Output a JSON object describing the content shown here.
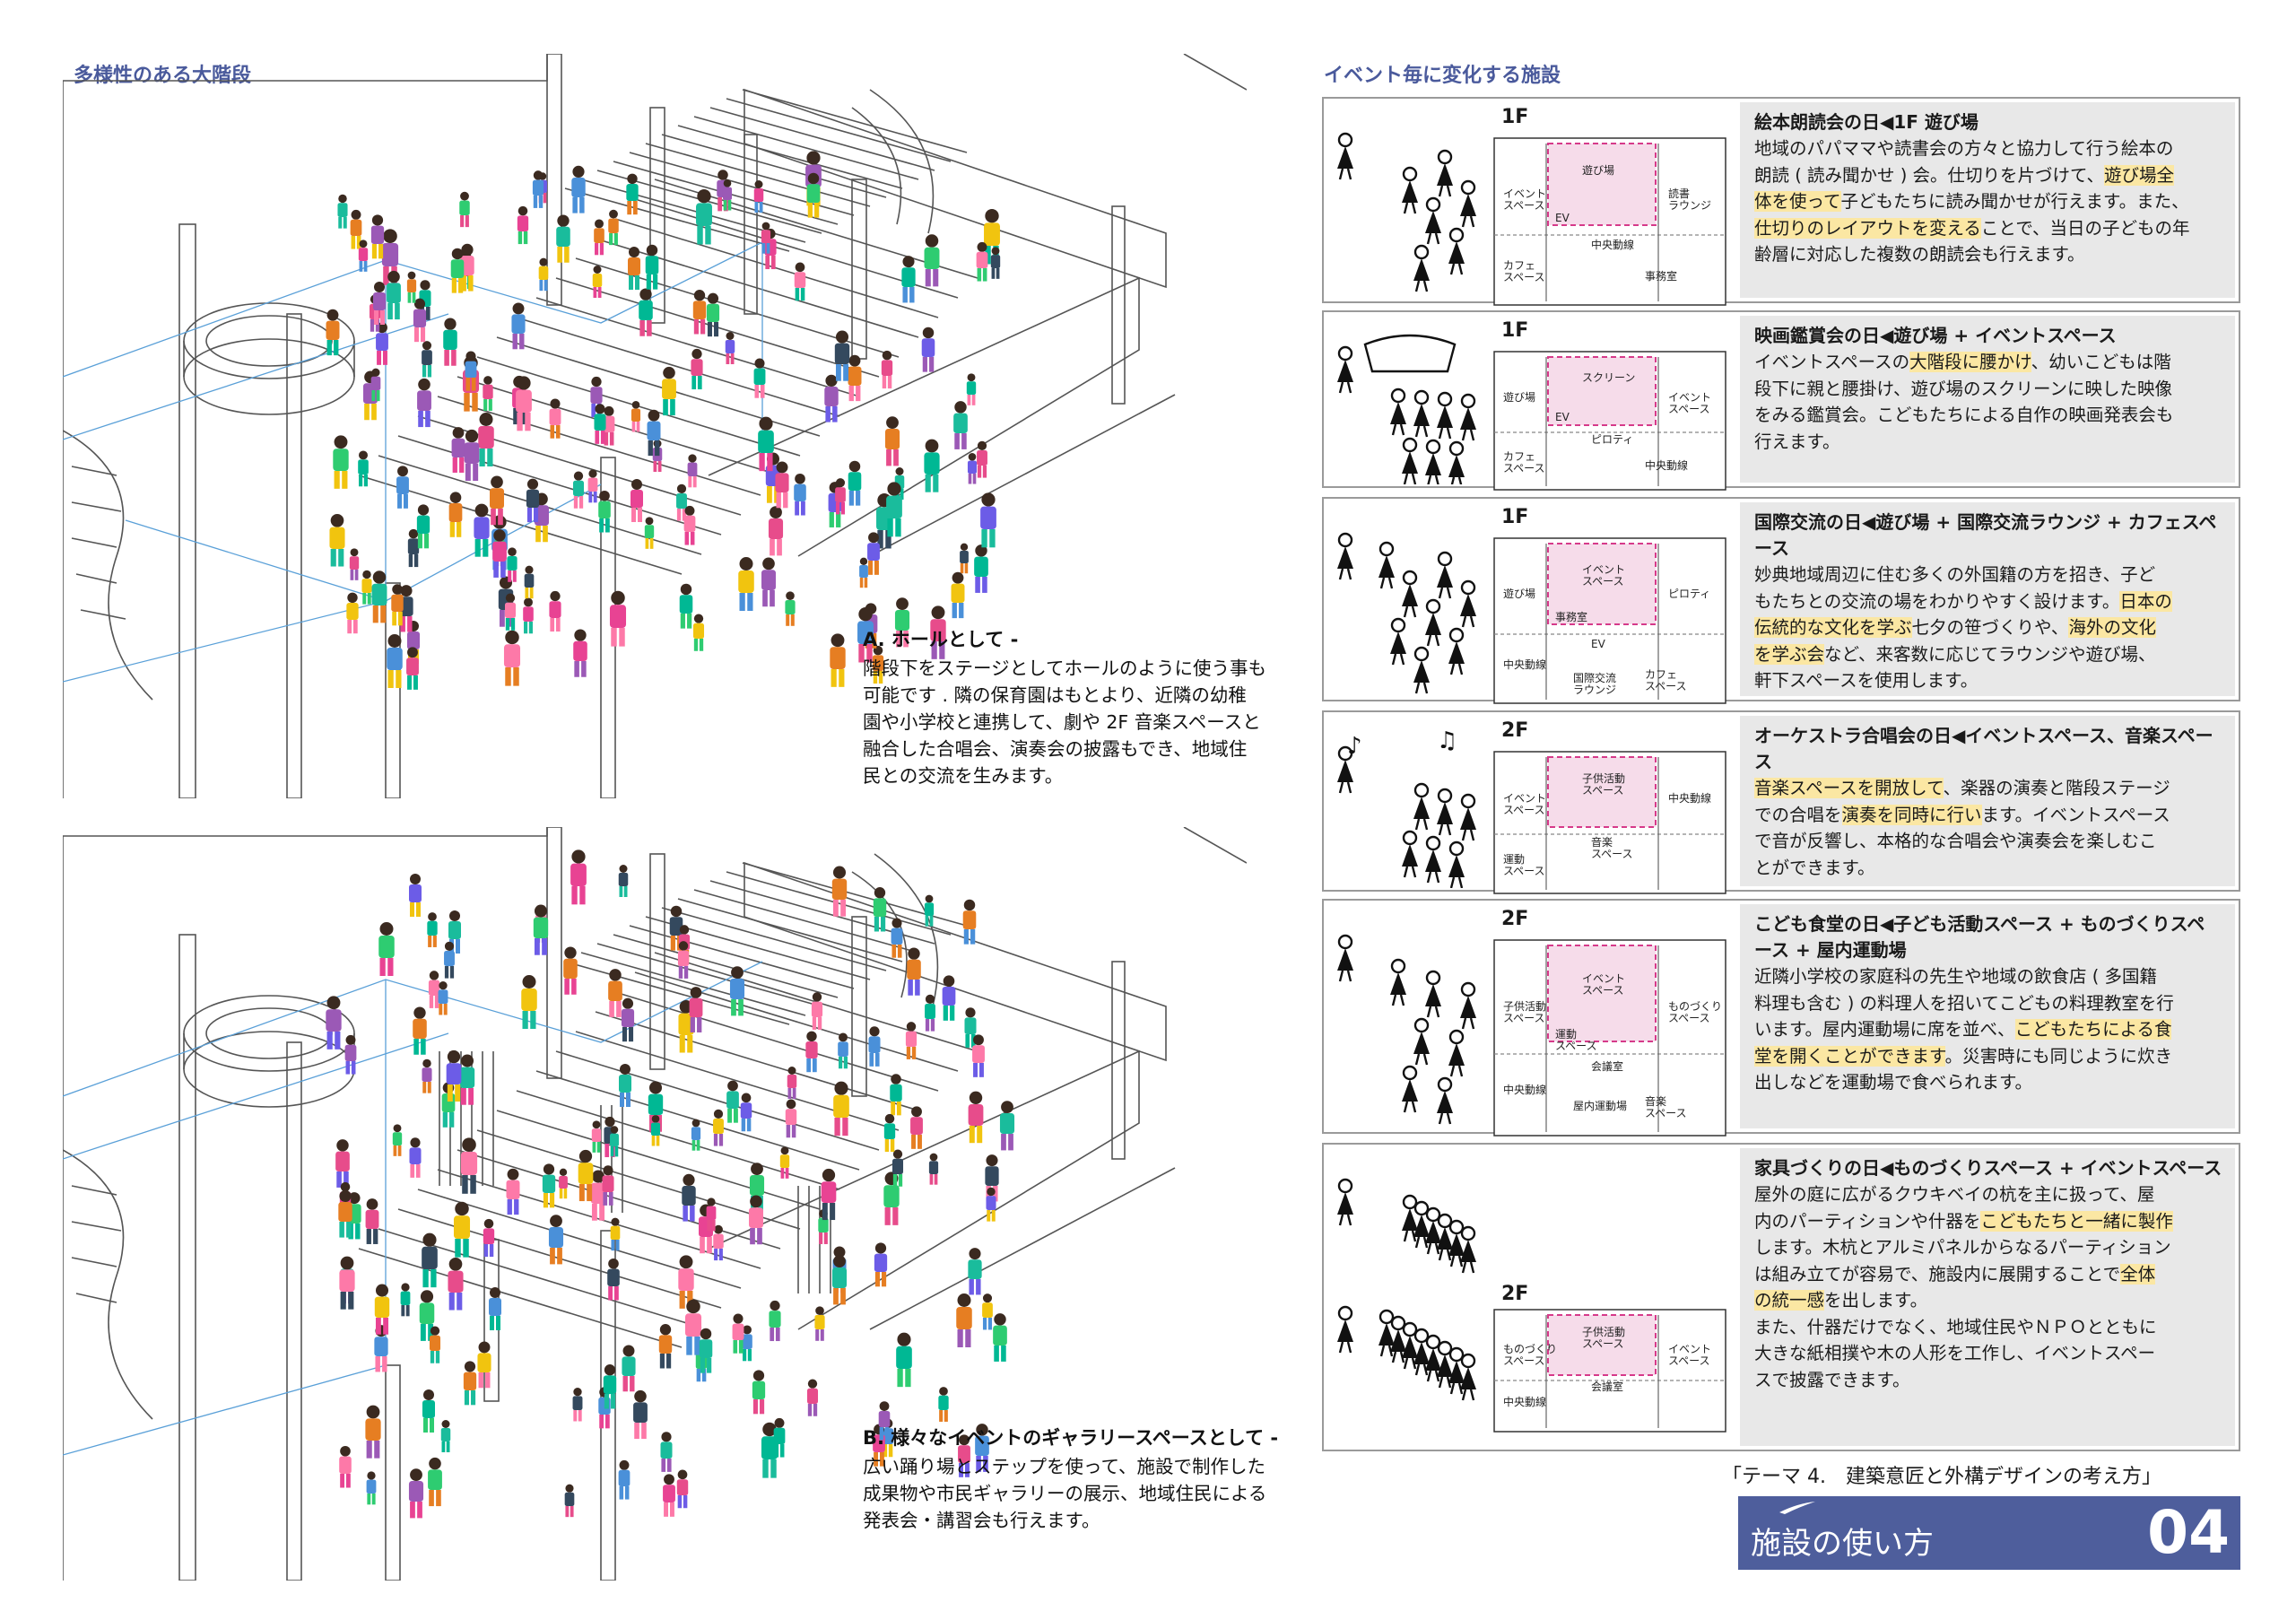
{
  "left": {
    "title": "多様性のある大階段",
    "caption_a": {
      "title": "A. ホールとして -",
      "lines": [
        "階段下をステージとしてホールのように使う事も",
        "可能です . 隣の保育園はもとより、近隣の幼稚",
        "園や小学校と連携して、劇や 2F 音楽スペースと",
        "融合した合唱会、演奏会の披露もでき、地域住",
        "民との交流を生みます。"
      ]
    },
    "caption_b": {
      "title": "B. 様々なイベントのギャラリースペースとして -",
      "lines": [
        "広い踊り場とステップを使って、施設で制作した",
        "成果物や市民ギャラリーの展示、地域住民による",
        "発表会・講習会も行えます。"
      ]
    }
  },
  "right": {
    "title": "イベント毎に変化する施設",
    "cards": [
      {
        "floor": "1F",
        "title": "絵本朗読会の日◀1F 遊び場",
        "lines": [
          [
            {
              "t": "地域のパパママや読書会の方々と協力して行う絵本の"
            }
          ],
          [
            {
              "t": "朗読 ( 読み聞かせ ) 会。仕切りを片づけて、"
            },
            {
              "t": "遊び場全",
              "h": true
            }
          ],
          [
            {
              "t": "体を使って",
              "h": true
            },
            {
              "t": "子どもたちに読み聞かせが行えます。また、"
            }
          ],
          [
            {
              "t": "仕切りのレイアウトを変える",
              "h": true
            },
            {
              "t": "ことで、当日の子どもの年"
            }
          ],
          [
            {
              "t": "齢層に対応した複数の朗読会も行えます。"
            }
          ]
        ],
        "labels": [
          "遊び場",
          "イベント スペース",
          "読書 ラウンジ",
          "中央動線",
          "カフェ スペース",
          "事務室",
          "EV"
        ]
      },
      {
        "floor": "1F",
        "title": "映画鑑賞会の日◀遊び場 + イベントスペース",
        "lines": [
          [
            {
              "t": "イベントスペースの"
            },
            {
              "t": "大階段に腰かけ",
              "h": true
            },
            {
              "t": "、幼いこどもは階"
            }
          ],
          [
            {
              "t": "段下に親と腰掛け、遊び場のスクリーンに映した映像"
            }
          ],
          [
            {
              "t": "をみる鑑賞会。こどもたちによる自作の映画発表会も"
            }
          ],
          [
            {
              "t": "行えます。"
            }
          ]
        ],
        "labels": [
          "スクリーン",
          "遊び場",
          "イベント スペース",
          "ピロティ",
          "カフェ スペース",
          "中央動線",
          "EV"
        ]
      },
      {
        "floor": "1F",
        "title": "国際交流の日◀遊び場 + 国際交流ラウンジ + カフェスペース",
        "lines": [
          [
            {
              "t": "妙典地域周辺に住む多くの外国籍の方を招き、子ど"
            }
          ],
          [
            {
              "t": "もたちとの交流の場をわかりやすく設けます。"
            },
            {
              "t": "日本の",
              "h": true
            }
          ],
          [
            {
              "t": "伝統的な文化を学ぶ",
              "h": true
            },
            {
              "t": "七夕の笹づくりや、"
            },
            {
              "t": "海外の文化",
              "h": true
            }
          ],
          [
            {
              "t": "を学ぶ会",
              "h": true
            },
            {
              "t": "など、来客数に応じてラウンジや遊び場、"
            }
          ],
          [
            {
              "t": "軒下スペースを使用します。"
            }
          ]
        ],
        "labels": [
          "イベント スペース",
          "遊び場",
          "ピロティ",
          "EV",
          "中央動線",
          "カフェ スペース",
          "事務室",
          "国際交流 ラウンジ"
        ]
      },
      {
        "floor": "2F",
        "title": "オーケストラ合唱会の日◀イベントスペース、音楽スペース",
        "lines": [
          [
            {
              "t": "音楽スペースを開放して",
              "h": true
            },
            {
              "t": "、楽器の演奏と階段ステージ"
            }
          ],
          [
            {
              "t": "での合唱を"
            },
            {
              "t": "演奏を同時に行い",
              "h": true
            },
            {
              "t": "ます。イベントスペース"
            }
          ],
          [
            {
              "t": "で音が反響し、本格的な合唱会や演奏会を楽しむこ"
            }
          ],
          [
            {
              "t": "とができます。"
            }
          ]
        ],
        "labels": [
          "子供活動 スペース",
          "イベント スペース",
          "中央動線",
          "音楽 スペース",
          "運動 スペース"
        ]
      },
      {
        "floor": "2F",
        "title": "こども食堂の日◀子ども活動スペース + ものづくりスペース + 屋内運動場",
        "lines": [
          [
            {
              "t": "近隣小学校の家庭科の先生や地域の飲食店 ( 多国籍"
            }
          ],
          [
            {
              "t": "料理も含む ) の料理人を招いてこどもの料理教室を行"
            }
          ],
          [
            {
              "t": "います。屋内運動場に席を並べ、"
            },
            {
              "t": "こどもたちによる食",
              "h": true
            }
          ],
          [
            {
              "t": "堂を開くことができます",
              "h": true
            },
            {
              "t": "。災害時にも同じように炊き"
            }
          ],
          [
            {
              "t": "出しなどを運動場で食べられます。"
            }
          ]
        ],
        "labels": [
          "イベント スペース",
          "子供活動 スペース",
          "ものづくり スペース",
          "会議室",
          "中央動線",
          "音楽 スペース",
          "運動 スペース",
          "屋内運動場"
        ]
      },
      {
        "floor": "2F",
        "title": "家具づくりの日◀ものづくりスペース + イベントスペース",
        "lines": [
          [
            {
              "t": "屋外の庭に広がるクウキベイの杭を主に扱って、屋"
            }
          ],
          [
            {
              "t": "内のパーティションや什器を"
            },
            {
              "t": "こどもたちと一緒に製作",
              "h": true
            }
          ],
          [
            {
              "t": "します。木杭とアルミパネルからなるパーティション"
            }
          ],
          [
            {
              "t": "は組み立てが容易で、施設内に展開することで"
            },
            {
              "t": "全体",
              "h": true
            }
          ],
          [
            {
              "t": "の統一感",
              "h": true
            },
            {
              "t": "を出します。"
            }
          ],
          [
            {
              "t": "また、什器だけでなく、地域住民やＮＰＯとともに"
            }
          ],
          [
            {
              "t": "大きな紙相撲や木の人形を工作し、イベントスペー"
            }
          ],
          [
            {
              "t": "スで披露できます。"
            }
          ]
        ],
        "labels": [
          "子供活動 スペース",
          "ものづくり スペース",
          "イベント スペース",
          "会議室",
          "中央動線"
        ]
      }
    ]
  },
  "footer": {
    "note": "「テーマ 4.　建築意匠と外構デザインの考え方」",
    "label": "施設の使い方",
    "number": "04",
    "accent": "#4e5e9c"
  },
  "colors": {
    "title_blue": "#4a5a9c",
    "highlight": "#fbe7a3",
    "plan_pink": "#f6dcea",
    "plan_dash": "#d63a8a",
    "grid_blue": "#5aa0d8"
  }
}
